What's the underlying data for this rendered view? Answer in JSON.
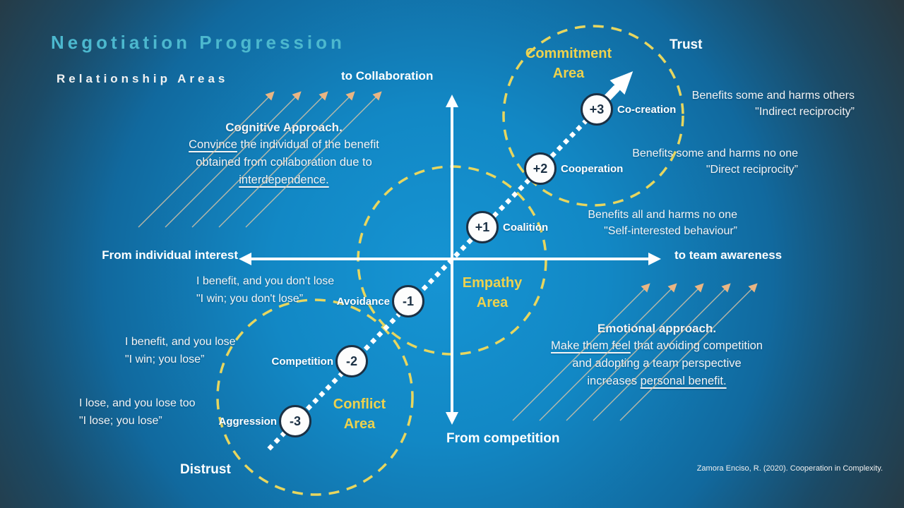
{
  "title": "Negotiation Progression",
  "subtitle": "Relationship Areas",
  "colors": {
    "background_center": "#1288c5",
    "background_corner": "#2a3940",
    "title_accent": "#4cb8ce",
    "area_yellow": "#ecd14e",
    "dashed_circle": "#e7d65f",
    "marker_navy": "#1b3044",
    "hatch_arrow_tan": "#e9b583",
    "axis_white": "#ffffff"
  },
  "axes": {
    "top": "to Collaboration",
    "bottom": "From competition",
    "left": "From individual interest",
    "right": "to team awareness"
  },
  "poles": {
    "positive": "Trust",
    "negative": "Distrust"
  },
  "areas": [
    {
      "id": "commitment",
      "line1": "Commitment",
      "line2": "Area"
    },
    {
      "id": "empathy",
      "line1": "Empathy",
      "line2": "Area"
    },
    {
      "id": "conflict",
      "line1": "Conflict",
      "line2": "Area"
    }
  ],
  "markers": [
    {
      "value": "-3",
      "label": "Aggression"
    },
    {
      "value": "-2",
      "label": "Competition"
    },
    {
      "value": "-1",
      "label": "Avoidance"
    },
    {
      "value": "+1",
      "label": "Coalition"
    },
    {
      "value": "+2",
      "label": "Cooperation"
    },
    {
      "value": "+3",
      "label": "Co-creation"
    }
  ],
  "annotations": {
    "right": [
      {
        "line1": "Benefits some and harms others",
        "line2": "\"Indirect reciprocity”"
      },
      {
        "line1": "Benefits some and harms no one",
        "line2": "\"Direct reciprocity”"
      },
      {
        "line1": "Benefits all and harms no one",
        "line2": "\"Self-interested behaviour”"
      }
    ],
    "left": [
      {
        "line1": "I benefit, and you don't lose",
        "line2": "\"I win; you don't lose”"
      },
      {
        "line1": "I benefit, and you lose",
        "line2": "\"I win; you lose”"
      },
      {
        "line1": "I lose, and you lose too",
        "line2": "\"I lose; you lose”"
      }
    ]
  },
  "approaches": {
    "cognitive": {
      "title": "Cognitive Approach.",
      "underline1": "Convince",
      "middle": " the individual of the benefit obtained from collaboration due to ",
      "underline2": "interdependence."
    },
    "emotional": {
      "title": "Emotional approach.",
      "underline1": "Make them feel",
      "middle": " that avoiding competition and adopting a team perspective increases ",
      "underline2": "personal benefit."
    }
  },
  "citation": "Zamora Enciso, R. (2020). Cooperation in Complexity."
}
